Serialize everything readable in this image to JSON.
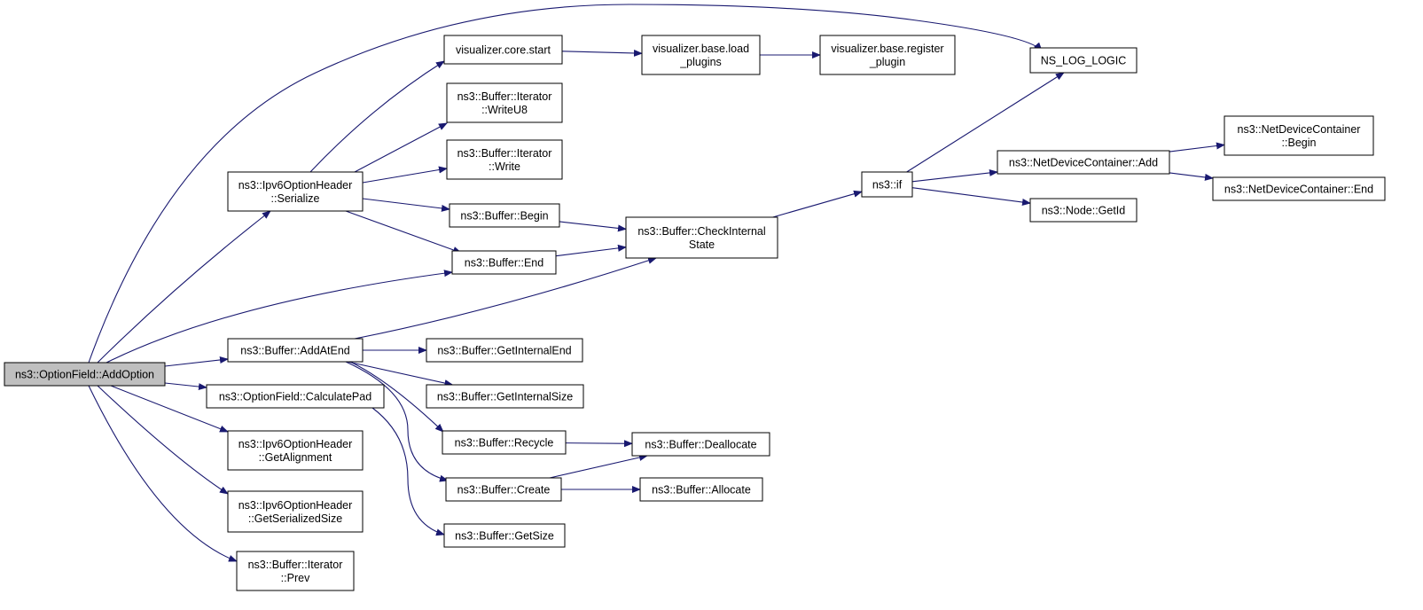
{
  "colors": {
    "edge": "#191970",
    "node_fill": "#ffffff",
    "root_fill": "#bfbfbf",
    "border": "#000000"
  },
  "nodes": [
    {
      "id": "root",
      "lines": [
        "ns3::OptionField::AddOption"
      ]
    },
    {
      "id": "v_start",
      "lines": [
        "visualizer.core.start"
      ]
    },
    {
      "id": "v_load",
      "lines": [
        "visualizer.base.load",
        "_plugins"
      ]
    },
    {
      "id": "v_reg",
      "lines": [
        "visualizer.base.register",
        "_plugin"
      ]
    },
    {
      "id": "nslog",
      "lines": [
        "NS_LOG_LOGIC"
      ]
    },
    {
      "id": "writeu8",
      "lines": [
        "ns3::Buffer::Iterator",
        "::WriteU8"
      ]
    },
    {
      "id": "write",
      "lines": [
        "ns3::Buffer::Iterator",
        "::Write"
      ]
    },
    {
      "id": "ser",
      "lines": [
        "ns3::Ipv6OptionHeader",
        "::Serialize"
      ]
    },
    {
      "id": "begin",
      "lines": [
        "ns3::Buffer::Begin"
      ]
    },
    {
      "id": "check",
      "lines": [
        "ns3::Buffer::CheckInternal",
        "State"
      ]
    },
    {
      "id": "end",
      "lines": [
        "ns3::Buffer::End"
      ]
    },
    {
      "id": "if",
      "lines": [
        "ns3::if"
      ]
    },
    {
      "id": "ndc_add",
      "lines": [
        "ns3::NetDeviceContainer::Add"
      ]
    },
    {
      "id": "ndc_begin",
      "lines": [
        "ns3::NetDeviceContainer",
        "::Begin"
      ]
    },
    {
      "id": "ndc_end",
      "lines": [
        "ns3::NetDeviceContainer::End"
      ]
    },
    {
      "id": "getid",
      "lines": [
        "ns3::Node::GetId"
      ]
    },
    {
      "id": "addatend",
      "lines": [
        "ns3::Buffer::AddAtEnd"
      ]
    },
    {
      "id": "gie",
      "lines": [
        "ns3::Buffer::GetInternalEnd"
      ]
    },
    {
      "id": "gis",
      "lines": [
        "ns3::Buffer::GetInternalSize"
      ]
    },
    {
      "id": "calcpad",
      "lines": [
        "ns3::OptionField::CalculatePad"
      ]
    },
    {
      "id": "recycle",
      "lines": [
        "ns3::Buffer::Recycle"
      ]
    },
    {
      "id": "dealloc",
      "lines": [
        "ns3::Buffer::Deallocate"
      ]
    },
    {
      "id": "getalign",
      "lines": [
        "ns3::Ipv6OptionHeader",
        "::GetAlignment"
      ]
    },
    {
      "id": "create",
      "lines": [
        "ns3::Buffer::Create"
      ]
    },
    {
      "id": "alloc",
      "lines": [
        "ns3::Buffer::Allocate"
      ]
    },
    {
      "id": "gss",
      "lines": [
        "ns3::Ipv6OptionHeader",
        "::GetSerializedSize"
      ]
    },
    {
      "id": "getsize",
      "lines": [
        "ns3::Buffer::GetSize"
      ]
    },
    {
      "id": "prev",
      "lines": [
        "ns3::Buffer::Iterator",
        "::Prev"
      ]
    }
  ],
  "edges": [
    [
      "root",
      "nslog"
    ],
    [
      "root",
      "ser"
    ],
    [
      "root",
      "end"
    ],
    [
      "root",
      "addatend"
    ],
    [
      "root",
      "calcpad"
    ],
    [
      "root",
      "getalign"
    ],
    [
      "root",
      "gss"
    ],
    [
      "root",
      "prev"
    ],
    [
      "ser",
      "v_start"
    ],
    [
      "ser",
      "writeu8"
    ],
    [
      "ser",
      "write"
    ],
    [
      "ser",
      "begin"
    ],
    [
      "ser",
      "end"
    ],
    [
      "v_start",
      "v_load"
    ],
    [
      "v_load",
      "v_reg"
    ],
    [
      "begin",
      "check"
    ],
    [
      "end",
      "check"
    ],
    [
      "check",
      "if"
    ],
    [
      "if",
      "nslog"
    ],
    [
      "if",
      "ndc_add"
    ],
    [
      "if",
      "getid"
    ],
    [
      "ndc_add",
      "ndc_begin"
    ],
    [
      "ndc_add",
      "ndc_end"
    ],
    [
      "addatend",
      "check"
    ],
    [
      "addatend",
      "gie"
    ],
    [
      "addatend",
      "gis"
    ],
    [
      "addatend",
      "recycle"
    ],
    [
      "addatend",
      "create"
    ],
    [
      "calcpad",
      "getsize"
    ],
    [
      "recycle",
      "dealloc"
    ],
    [
      "create",
      "dealloc"
    ],
    [
      "create",
      "alloc"
    ]
  ]
}
